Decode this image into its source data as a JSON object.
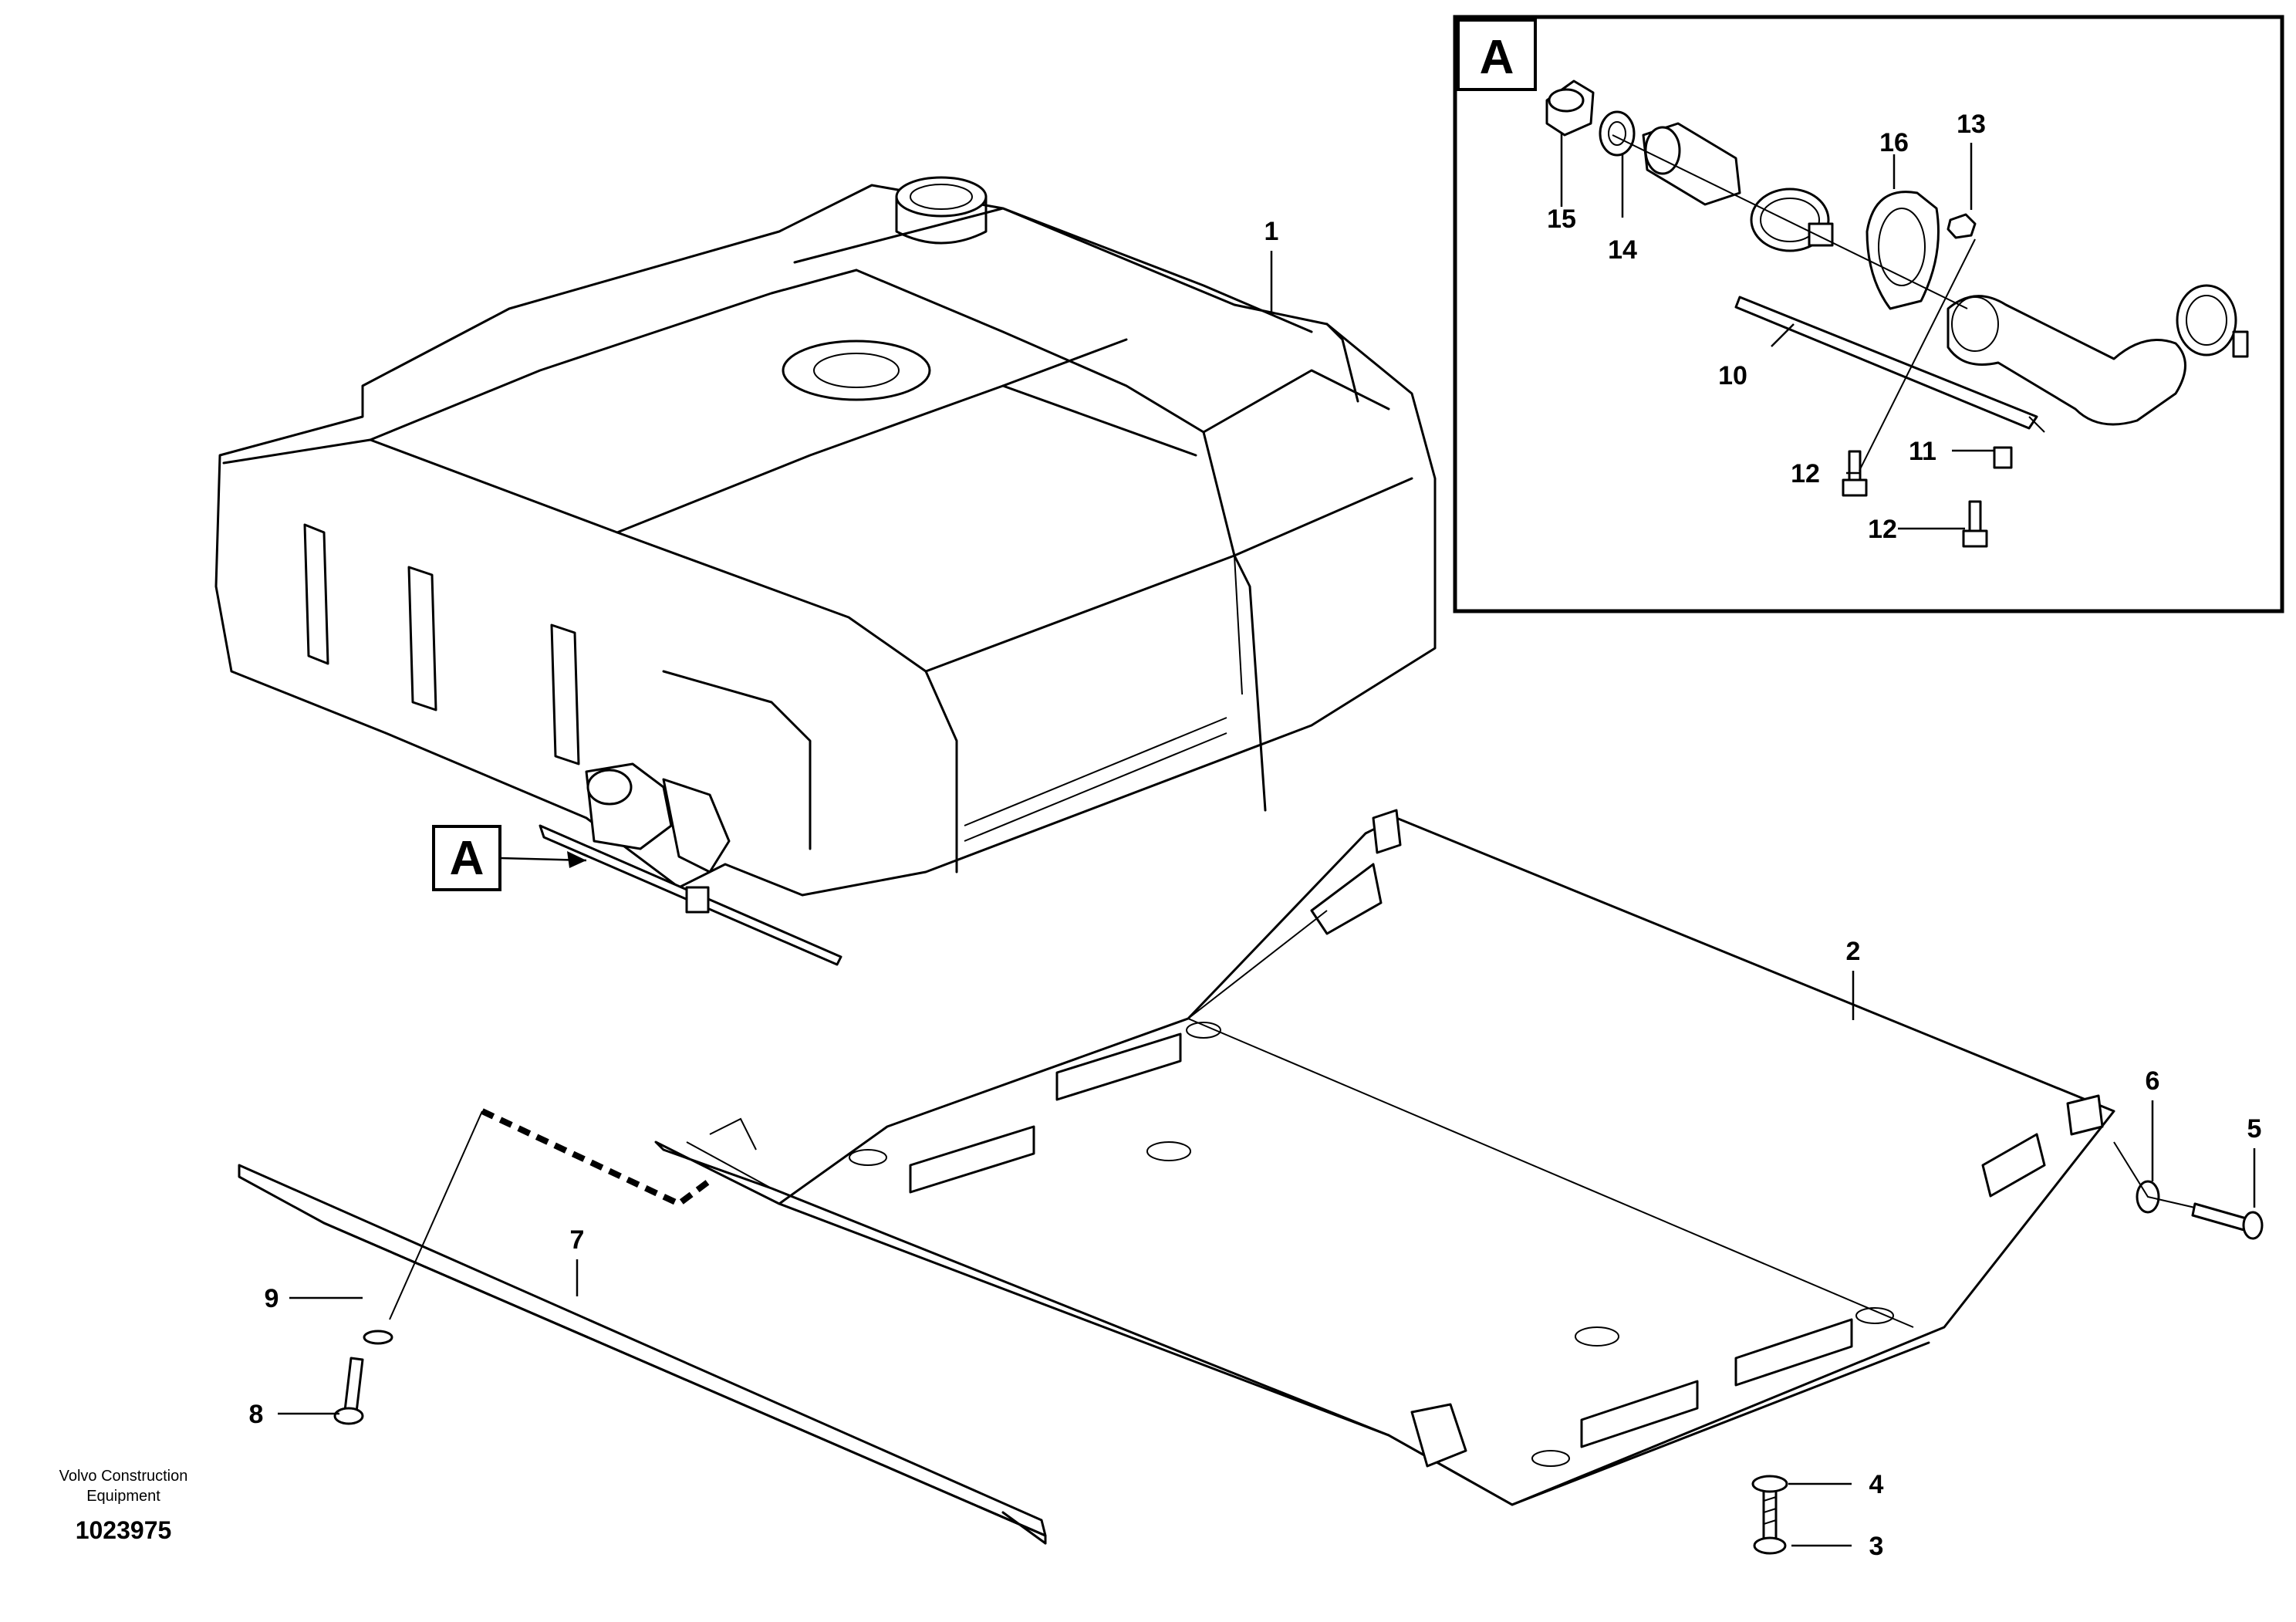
{
  "detail_label": "A",
  "callouts": {
    "c1": "1",
    "c2": "2",
    "c3": "3",
    "c4": "4",
    "c5": "5",
    "c6": "6",
    "c7": "7",
    "c8": "8",
    "c9": "9",
    "c10": "10",
    "c11": "11",
    "c12a": "12",
    "c12b": "12",
    "c13": "13",
    "c14": "14",
    "c15": "15",
    "c16": "16"
  },
  "credit": {
    "line1": "Volvo Construction",
    "line2": "Equipment",
    "doc_number": "1023975"
  }
}
